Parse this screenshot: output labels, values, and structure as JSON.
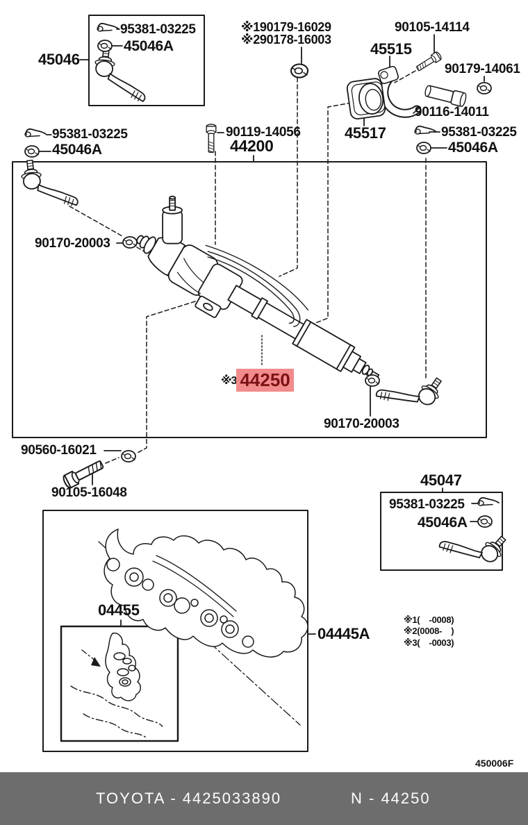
{
  "colors": {
    "line": "#1a1a1a",
    "highlight_bg": "#f28b8b",
    "highlight_text": "#7c1113",
    "footer_bg": "#6d6d6d",
    "footer_text": "#ffffff"
  },
  "diagram": {
    "ref_code": "450006F",
    "top_left_group": {
      "callout": "45046",
      "pin": "95381-03225",
      "nut": "45046A"
    },
    "washer_notes": {
      "line1": "※190179-16029",
      "line2": "※290178-16003"
    },
    "top_right_group": {
      "bolt": "90105-14114",
      "clamp": "45515",
      "nut": "90179-14061",
      "spacer": "90116-14011",
      "grommet": "45517"
    },
    "mid_left_group": {
      "pin": "95381-03225",
      "nut": "45046A"
    },
    "gear_group": {
      "bolt": "90119-14056",
      "assembly": "44200"
    },
    "mid_right_group": {
      "pin": "95381-03225",
      "nut": "45046A"
    },
    "main_box": {
      "tie_rod_nut_left": "90170-20003",
      "rack_prefix": "※3",
      "rack": "44250",
      "tie_rod_nut_right": "90170-20003"
    },
    "bottom_left_group": {
      "nut": "90560-16021",
      "bolt": "90105-16048"
    },
    "kits": {
      "seal_kit": "04455",
      "gasket_kit": "04445A"
    },
    "bottom_right_group": {
      "callout": "45047",
      "pin": "95381-03225",
      "nut": "45046A"
    },
    "footnotes": [
      "※1(    -0008)",
      "※2(0008-    )",
      "※3(    -0003)"
    ]
  },
  "footer": {
    "left": "TOYOTA - 4425033890",
    "right": "N - 44250"
  }
}
